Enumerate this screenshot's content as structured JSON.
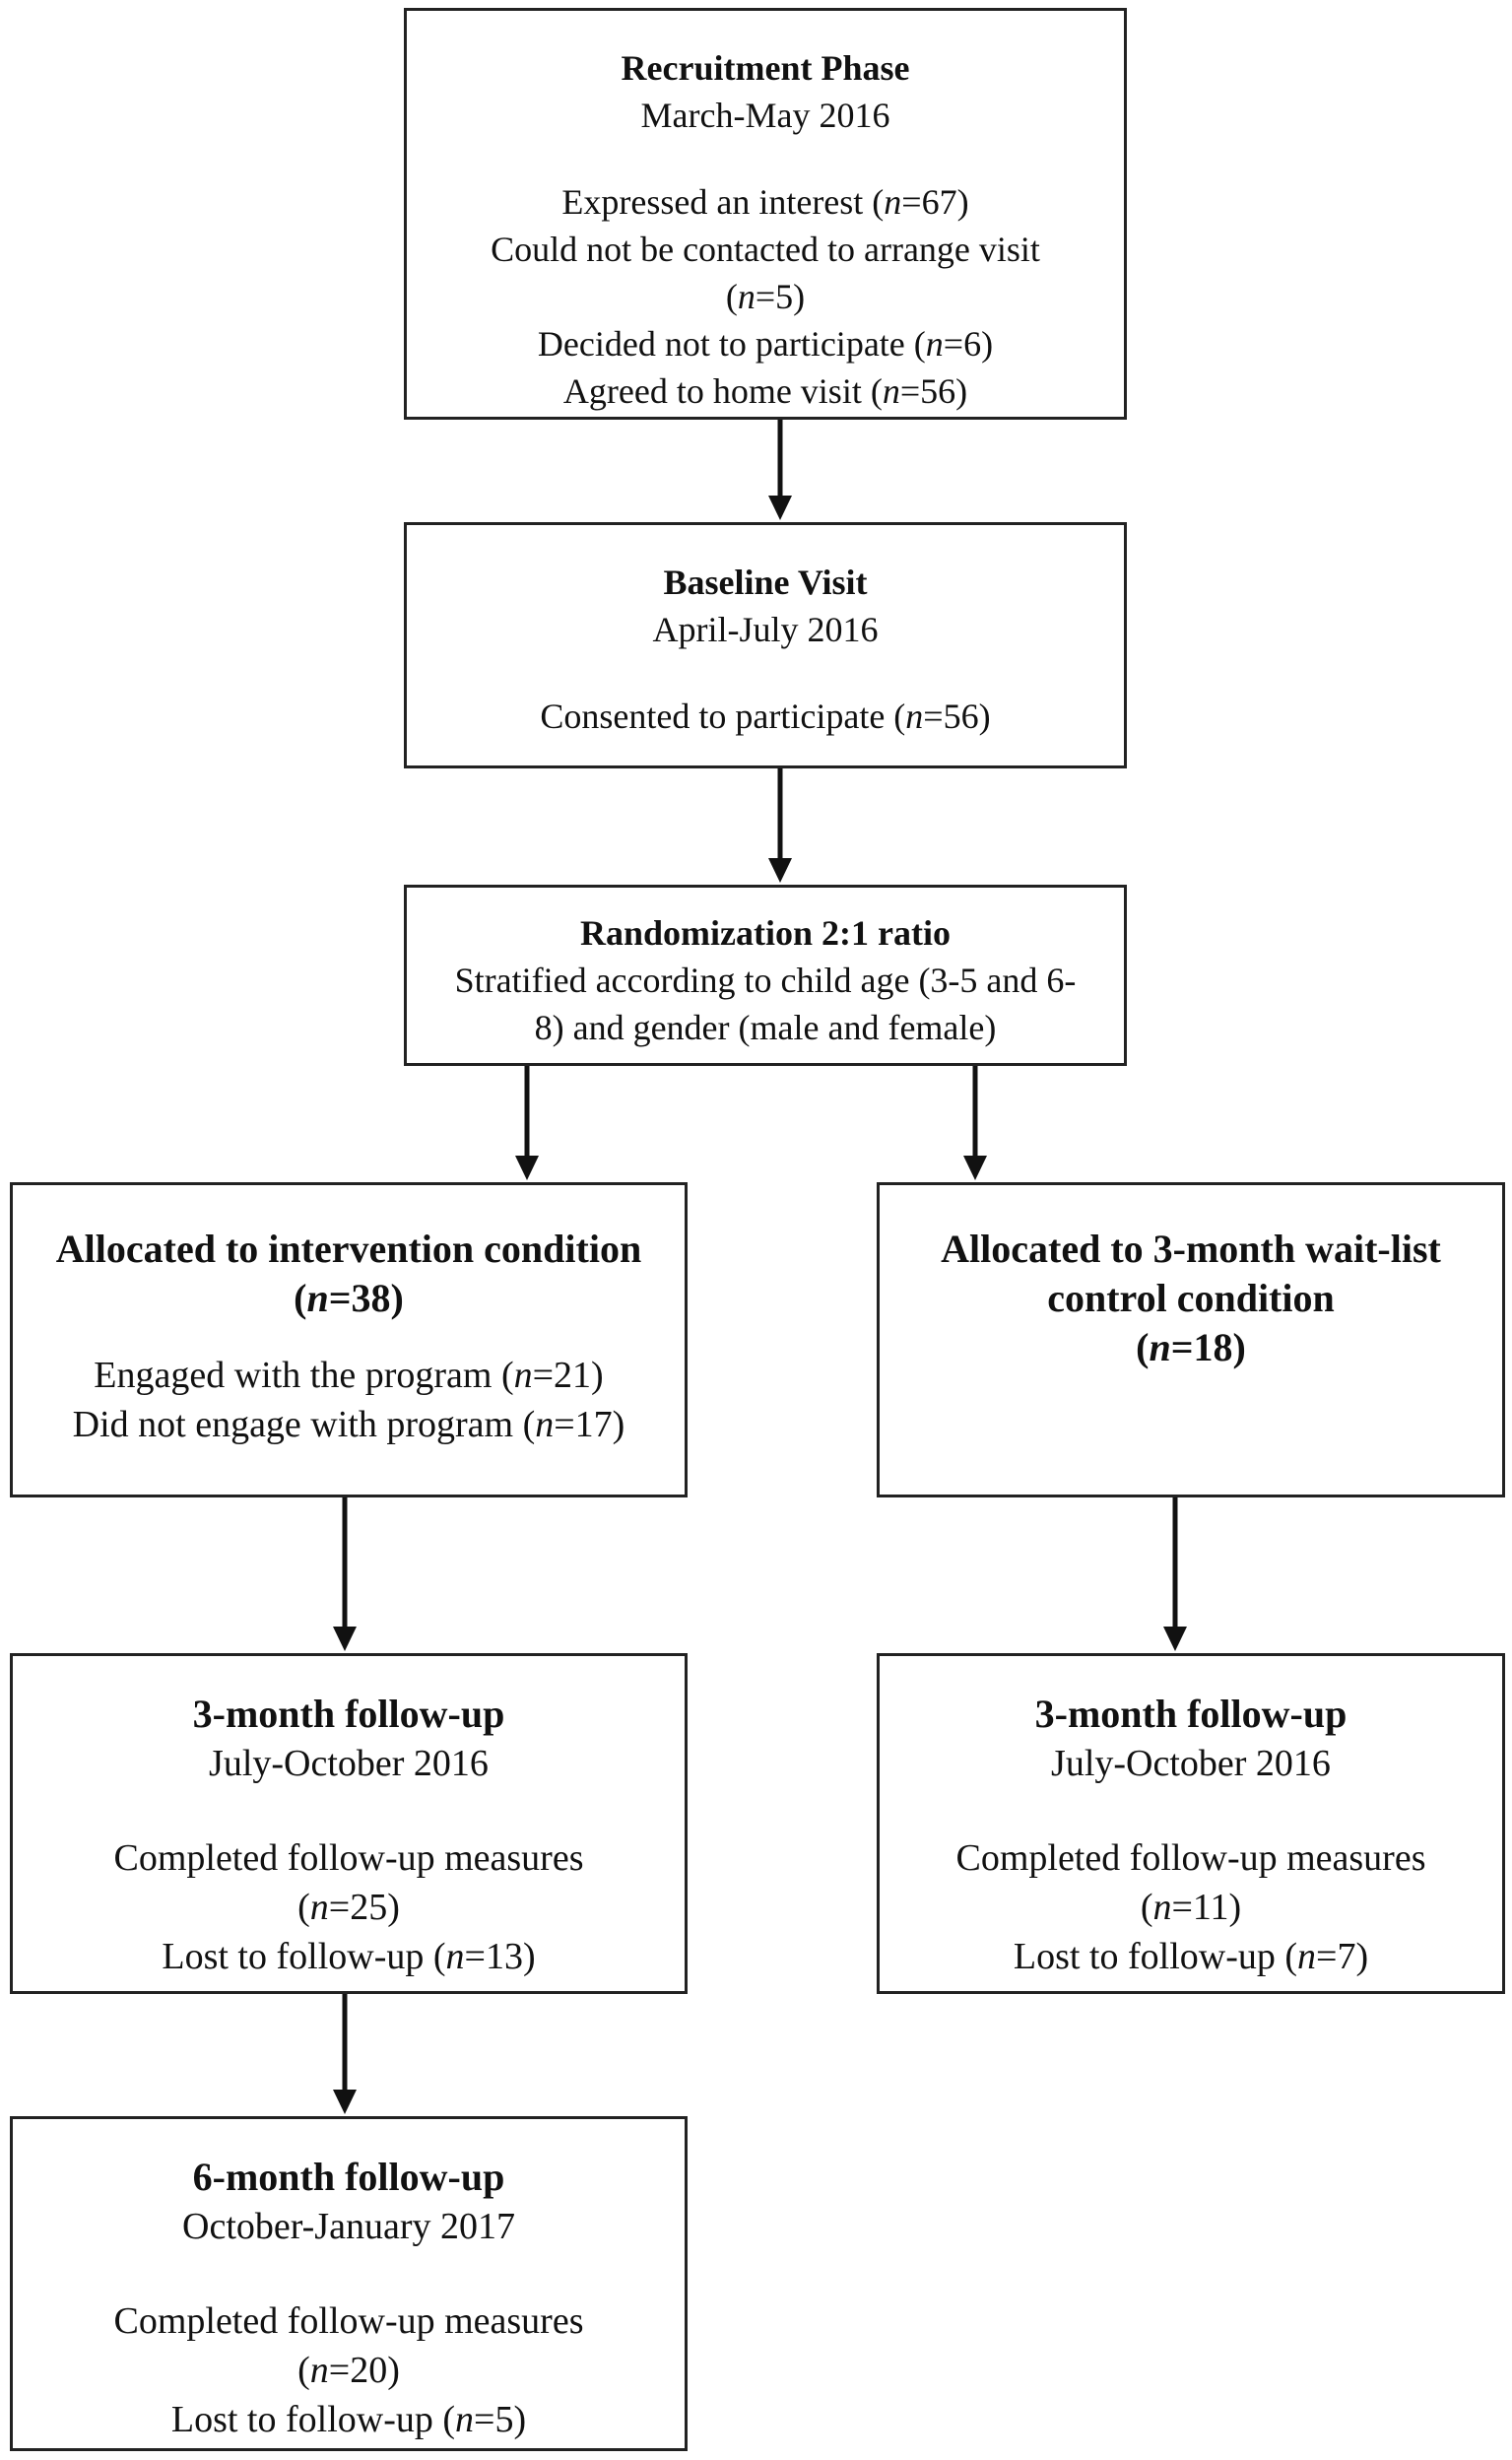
{
  "recruitment": {
    "title": "Recruitment Phase",
    "dates": "March-May 2016",
    "lines": [
      [
        "Expressed an interest (",
        "n",
        "=67)"
      ],
      [
        "Could not be contacted to arrange visit",
        "",
        ""
      ],
      [
        "(",
        "n",
        "=5)"
      ],
      [
        "Decided not to participate (",
        "n",
        "=6)"
      ],
      [
        "Agreed to home visit (",
        "n",
        "=56)"
      ]
    ]
  },
  "baseline": {
    "title": "Baseline Visit",
    "dates": "April-July 2016",
    "lines": [
      [
        "Consented to participate (",
        "n",
        "=56)"
      ]
    ]
  },
  "randomization": {
    "title": "Randomization 2:1 ratio",
    "lines": [
      [
        "Stratified according to child age (3-5 and 6-",
        "",
        ""
      ],
      [
        "8) and gender (male and female)",
        "",
        ""
      ]
    ]
  },
  "intervention": {
    "title_line1": "Allocated to intervention condition",
    "title_line2": [
      "(",
      "n",
      "=38)"
    ],
    "lines": [
      [
        "Engaged with the program (",
        "n",
        "=21)"
      ],
      [
        "Did not engage with program (",
        "n",
        "=17)"
      ]
    ]
  },
  "control": {
    "title_line1": "Allocated to 3-month wait-list",
    "title_line2": "control condition",
    "title_line3": [
      "(",
      "n",
      "=18)"
    ]
  },
  "followup_int_3m": {
    "title": "3-month follow-up",
    "dates": "July-October 2016",
    "lines": [
      [
        "Completed follow-up measures",
        "",
        ""
      ],
      [
        "(",
        "n",
        "=25)"
      ],
      [
        "Lost to follow-up (",
        "n",
        "=13)"
      ]
    ]
  },
  "followup_ctrl_3m": {
    "title": "3-month follow-up",
    "dates": "July-October 2016",
    "lines": [
      [
        "Completed follow-up measures",
        "",
        ""
      ],
      [
        "(",
        "n",
        "=11)"
      ],
      [
        "Lost to follow-up (",
        "n",
        "=7)"
      ]
    ]
  },
  "followup_int_6m": {
    "title": "6-month follow-up",
    "dates": "October-January 2017",
    "lines": [
      [
        "Completed follow-up measures",
        "",
        ""
      ],
      [
        "(",
        "n",
        "=20)"
      ],
      [
        "Lost to follow-up (",
        "n",
        "=5)"
      ]
    ]
  }
}
